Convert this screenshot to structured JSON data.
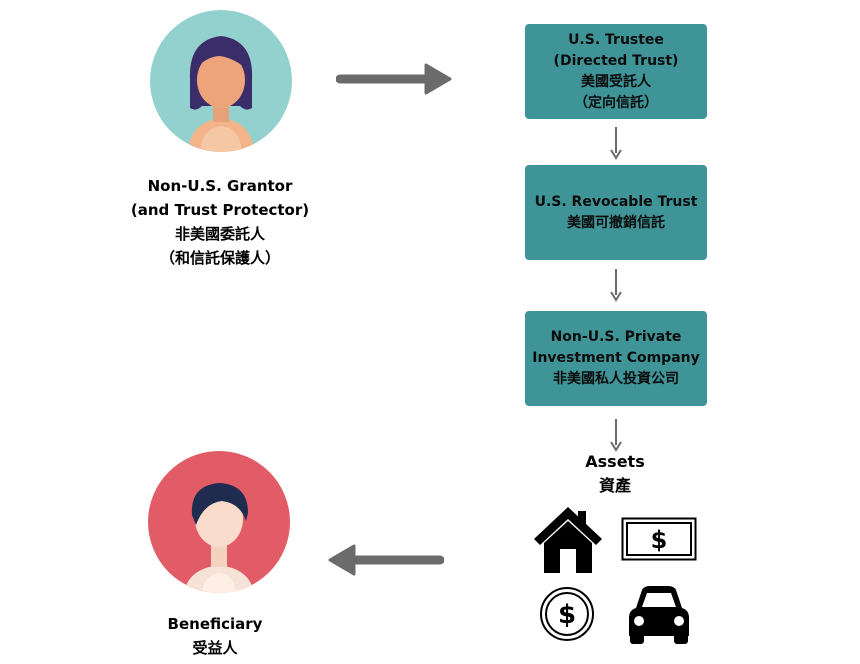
{
  "grantor": {
    "line1": "Non-U.S. Grantor",
    "line2": "(and Trust Protector)",
    "line3": "非美國委託人",
    "line4": "（和信託保護人）"
  },
  "trustee": {
    "line1": "U.S. Trustee",
    "line2": "(Directed Trust)",
    "line3": "美國受託人",
    "line4": "（定向信託）"
  },
  "revocable_trust": {
    "line1": "U.S. Revocable Trust",
    "line2": "美國可撤銷信託"
  },
  "company": {
    "line1": "Non-U.S. Private",
    "line2": "Investment Company",
    "line3": "非美國私人投資公司"
  },
  "assets": {
    "line1": "Assets",
    "line2": "資產",
    "icons": [
      "house-icon",
      "banknote-icon",
      "dollar-coin-icon",
      "car-icon"
    ]
  },
  "beneficiary": {
    "line1": "Beneficiary",
    "line2": "受益人"
  },
  "colors": {
    "box_fill": "#3f9498",
    "grantor_circle": "#93d1ce",
    "beneficiary_circle": "#e25c67",
    "arrow": "#6b6b6b"
  }
}
